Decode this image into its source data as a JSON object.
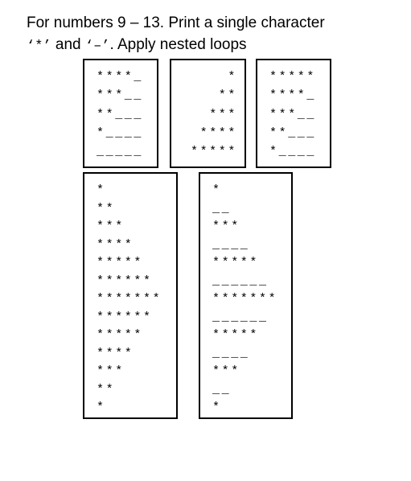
{
  "instructions": {
    "lead": "For numbers 9 – 13. Print a single character",
    "quote_open": "‘",
    "char_star": "*",
    "quote_close_star": "’",
    "and_word": " and ",
    "quote_open2": "‘",
    "char_dash": "–",
    "quote_close_dash": "’",
    "tail": ". Apply nested loops"
  },
  "patterns": [
    {
      "id": "9",
      "align": "left",
      "lines": [
        "****_",
        "***__",
        "**___",
        "*____",
        "_____"
      ]
    },
    {
      "id": "10",
      "align": "right",
      "lines": [
        "*",
        "**",
        "***",
        "****",
        "*****"
      ]
    },
    {
      "id": "11",
      "align": "left",
      "lines": [
        "*****",
        "****_",
        "***__",
        "**___",
        "*____"
      ]
    },
    {
      "id": "12",
      "align": "left",
      "lines": [
        "*",
        "**",
        "***",
        "****",
        "*****",
        "******",
        "*******",
        "******",
        "*****",
        "****",
        "***",
        "**",
        "*"
      ]
    },
    {
      "id": "13",
      "align": "left",
      "lines": [
        "*",
        "__",
        "***",
        "____",
        "*****",
        "______",
        "*******",
        "______",
        "*****",
        "____",
        "***",
        "__",
        "*"
      ]
    }
  ]
}
